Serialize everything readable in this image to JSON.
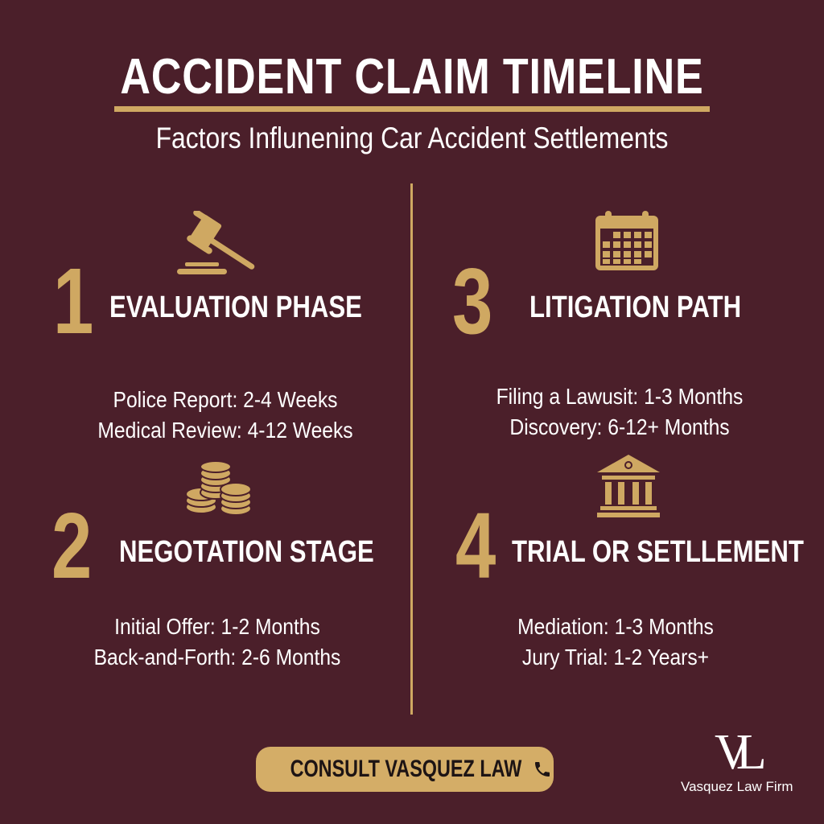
{
  "header": {
    "title": "ACCIDENT CLAIM TIMELINE",
    "subtitle": "Factors Influnening Car Accident Settlements"
  },
  "colors": {
    "background": "#4b1f2a",
    "accent_gold": "#cfa862",
    "text": "#ffffff"
  },
  "steps": [
    {
      "number": "1",
      "title": "EVALUATION PHASE",
      "icon": "gavel-icon",
      "lines": [
        "Police Report: 2-4 Weeks",
        "Medical Review: 4-12 Weeks"
      ]
    },
    {
      "number": "2",
      "title": "NEGOTATION STAGE",
      "icon": "coins-icon",
      "lines": [
        "Initial Offer: 1-2 Months",
        "Back-and-Forth: 2-6 Months"
      ]
    },
    {
      "number": "3",
      "title": "LITIGATION PATH",
      "icon": "calendar-icon",
      "lines": [
        "Filing a Lawusit: 1-3 Months",
        "Discovery: 6-12+ Months"
      ]
    },
    {
      "number": "4",
      "title": "TRIAL OR SETLLEMENT",
      "icon": "courthouse-icon",
      "lines": [
        "Mediation: 1-3 Months",
        "Jury Trial: 1-2 Years+"
      ]
    }
  ],
  "cta": {
    "label": "CONSULT VASQUEZ LAW",
    "icon": "phone-icon"
  },
  "logo": {
    "mark": "VL",
    "name": "Vasquez Law Firm"
  }
}
